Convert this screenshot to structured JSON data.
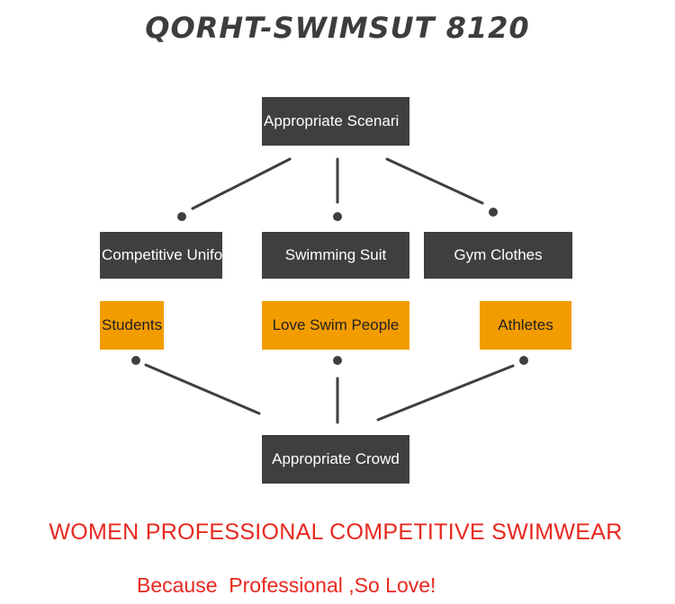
{
  "title": "QORHT-SWIMSUT 8120",
  "diagram": {
    "top": "Appropriate Scenari",
    "scenarios": [
      "Competitive Uniform",
      "Swimming Suit",
      "Gym Clothes"
    ],
    "crowds": [
      "Students",
      "Love Swim People",
      "Athletes"
    ],
    "bottom": "Appropriate Crowd"
  },
  "footer": {
    "headline": "WOMEN PROFESSIONAL COMPETITIVE SWIMWEAR",
    "slogan": "Because  Professional ,So Love!"
  },
  "colors": {
    "dark_box": "#3f3f3f",
    "orange_box": "#f39c00",
    "accent_red": "#e8281e"
  }
}
